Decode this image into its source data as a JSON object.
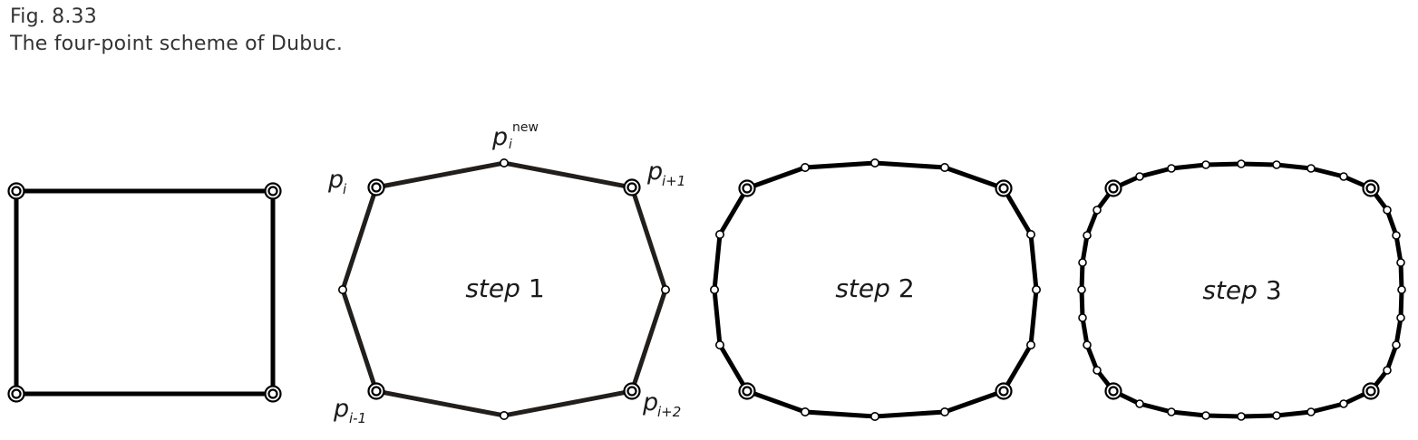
{
  "caption": {
    "figure_number": "Fig. 8.33",
    "title": "The four-point scheme of Dubuc."
  },
  "labels": {
    "p": "p",
    "sub_i": "i",
    "sub_i_plus_1": "i+1",
    "sub_i_minus_1": "i-1",
    "sub_i_plus_2": "i+2",
    "sup_new": "new"
  },
  "steps": [
    {
      "word": "step",
      "number": "1"
    },
    {
      "word": "step",
      "number": "2"
    },
    {
      "word": "step",
      "number": "3"
    }
  ],
  "colors": {
    "stroke": "#000000",
    "stroke_step1": "#221e1c",
    "point_fill": "#ffffff",
    "text": "#1a1a1a"
  }
}
